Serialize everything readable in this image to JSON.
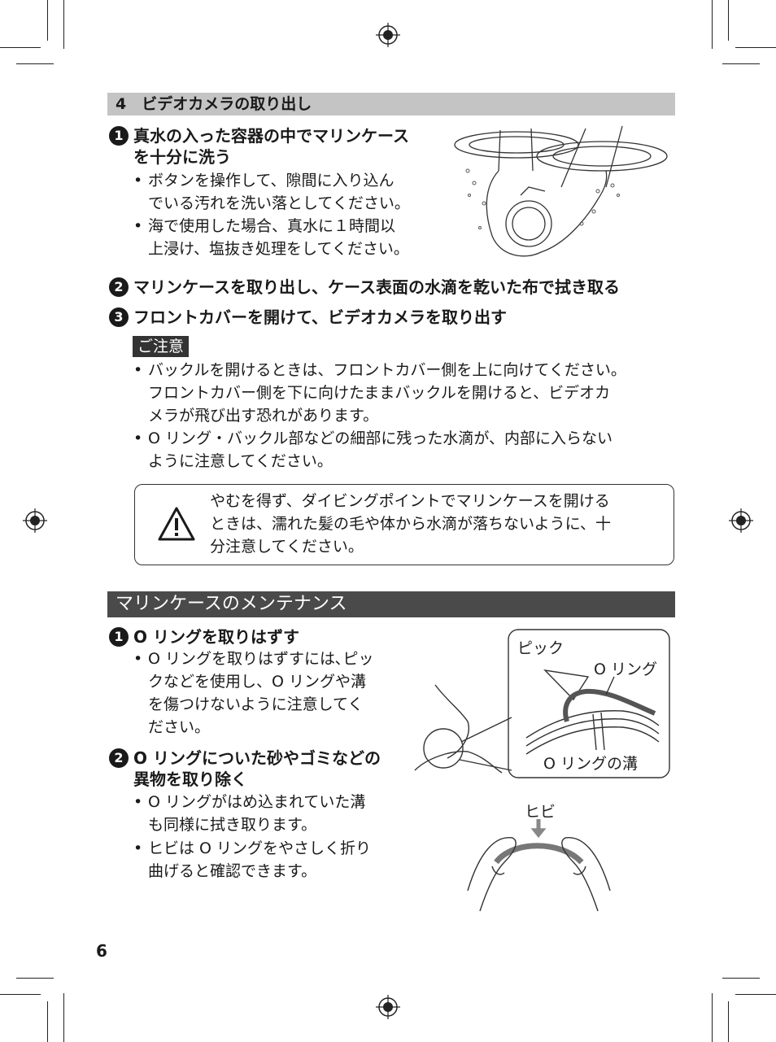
{
  "section1": {
    "title": "4　ビデオカメラの取り出し",
    "steps": [
      {
        "num": "1",
        "text": "真水の入った容器の中でマリンケース\nを十分に洗う"
      },
      {
        "num": "2",
        "text": "マリンケースを取り出し、ケース表面の水滴を乾いた布で拭き取る"
      },
      {
        "num": "3",
        "text": "フロントカバーを開けて、ビデオカメラを取り出す"
      }
    ],
    "step1_bullets": [
      "ボタンを操作して、隙間に入り込ん\nでいる汚れを洗い落としてください。",
      "海で使用した場合、真水に１時間以\n上浸け、塩抜き処理をしてください。"
    ],
    "caution_label": "ご注意",
    "caution_bullets": [
      "バックルを開けるときは、フロントカバー側を上に向けてください。\nフロントカバー側を下に向けたままバックルを開けると、ビデオカ\nメラが飛び出す恐れがあります。",
      "O リング・バックル部などの細部に残った水滴が、内部に入らない\nように注意してください。"
    ],
    "warning_text": "やむを得ず、ダイビングポイントでマリンケースを開ける\nときは、濡れた髪の毛や体から水滴が落ちないように、十\n分注意してください。"
  },
  "section2": {
    "title": "マリンケースのメンテナンス",
    "steps": [
      {
        "num": "1",
        "text": "O リングを取りはずす"
      },
      {
        "num": "2",
        "text": "O リングについた砂やゴミなどの\n異物を取り除く"
      }
    ],
    "step1_bullets": [
      "O リングを取りはずすには､ピッ\nクなどを使用し、O リングや溝\nを傷つけないように注意してく\nださい。"
    ],
    "step2_bullets": [
      "O リングがはめ込まれていた溝\nも同様に拭き取ります。",
      "ヒビは O リングをやさしく折り\n曲げると確認できます。"
    ],
    "figure_labels": {
      "pick": "ピック",
      "oring": "O リング",
      "groove": "O リングの溝",
      "crack": "ヒビ"
    }
  },
  "page_number": "6",
  "colors": {
    "section_bar_light": "#c4c4c4",
    "section_bar_dark": "#4a4a4a",
    "text": "#1a1a1a"
  }
}
